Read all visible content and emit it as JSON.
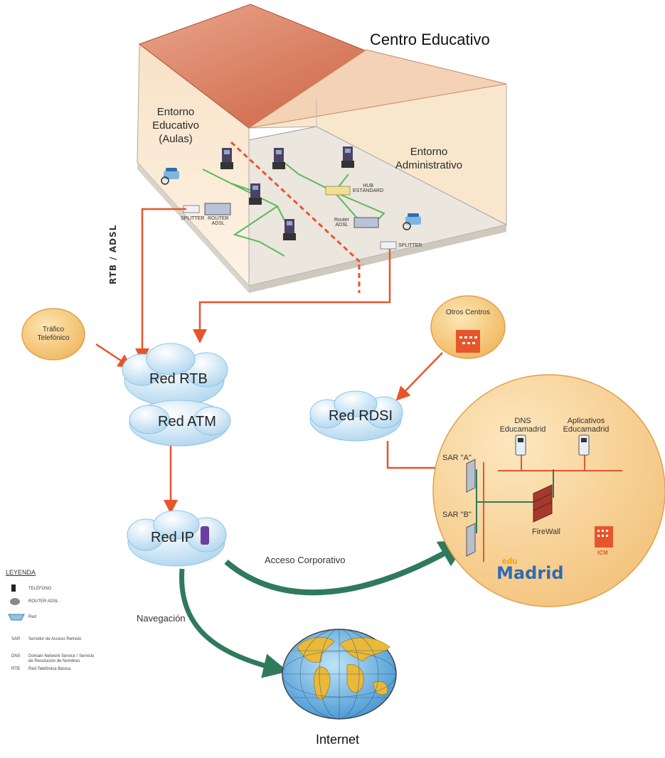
{
  "title": "Centro Educativo",
  "rooms": {
    "educativo": [
      "Entorno",
      "Educativo",
      "(Aulas)"
    ],
    "administrativo": [
      "Entorno",
      "Administrativo"
    ]
  },
  "devices": {
    "splitter_left": "SPLITTER",
    "router_adsl": [
      "ROUTER",
      "ADSL"
    ],
    "hub": [
      "HUB",
      "ESTÁNDARD"
    ],
    "router_adsl_admin": [
      "Router",
      "ADSL"
    ],
    "splitter_right": "SPLITTER"
  },
  "links": {
    "rtb_adsl": "RTB / ADSL",
    "acceso_corporativo": "Acceso Corporativo",
    "navegacion": "Navegación"
  },
  "bubbles": {
    "trafico": [
      "Tráfico",
      "Telefónico"
    ],
    "otros_centros": "Otros Centros"
  },
  "clouds": {
    "rtb": "Red RTB",
    "atm": "Red ATM",
    "ip": "Red IP",
    "rdsi": "Red RDSI"
  },
  "educamadrid": {
    "dns": [
      "DNS",
      "Educamadrid"
    ],
    "aplicativos": [
      "Aplicativos",
      "Educamadrid"
    ],
    "sar_a": "SAR \"A\"",
    "sar_b": "SAR \"B\"",
    "firewall": "FireWall",
    "logo_top": "edu",
    "logo": "Madrid",
    "icm": "ICM"
  },
  "internet": "Internet",
  "legend": {
    "title": "LEYENDA",
    "items": [
      {
        "icon": "telephone-icon",
        "text": "TELÉFONO"
      },
      {
        "icon": "router-icon",
        "text": "ROUTER ADSL"
      },
      {
        "icon": "cloud-icon",
        "text": "Red"
      },
      {
        "icon": "",
        "code": "SAR",
        "text": "Servidor de Acceso Remoto"
      },
      {
        "icon": "",
        "code": "DNS",
        "text": "Domain Network Service / Servicio de Resolución de Nombres"
      },
      {
        "icon": "",
        "code": "RTB",
        "text": "Red Telefónica Básica"
      }
    ]
  },
  "colors": {
    "roof": "#d9765a",
    "wall": "#f6dfc0",
    "orange_link": "#e8552a",
    "green_link": "#2f7a5a",
    "lan": "#5cb85c",
    "bubble": "#f5c77a",
    "cloud": "#bfe0f2"
  }
}
